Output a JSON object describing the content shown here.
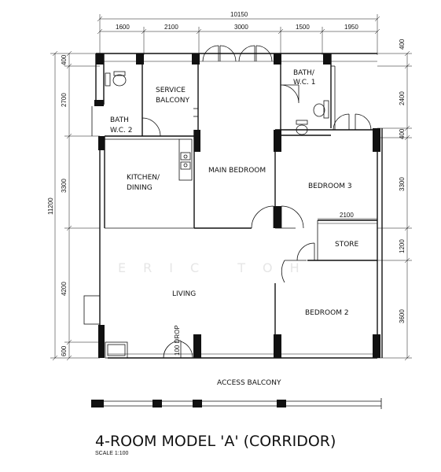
{
  "dimensions": {
    "overall_width": "10150",
    "top": [
      "1600",
      "2100",
      "3000",
      "1500",
      "1950"
    ],
    "left_overall": "11200",
    "left": [
      "400",
      "2700",
      "3300",
      "4200",
      "600"
    ],
    "right": [
      "400",
      "2400",
      "400",
      "3300",
      "1200",
      "3600"
    ],
    "store_width": "2100",
    "drop_label": "100 DROP"
  },
  "rooms": {
    "service_balcony": [
      "SERVICE",
      "BALCONY"
    ],
    "bath_wc_1": [
      "BATH/",
      "W.C. 1"
    ],
    "bath_wc_2": [
      "BATH",
      "W.C. 2"
    ],
    "kitchen_dining": [
      "KITCHEN/",
      "DINING"
    ],
    "main_bedroom": "MAIN BEDROOM",
    "bedroom_3": "BEDROOM 3",
    "store": "STORE",
    "living": "LIVING",
    "bedroom_2": "BEDROOM 2",
    "access_balcony": "ACCESS BALCONY"
  },
  "watermark": "ERIC TOH",
  "title": "4-ROOM MODEL 'A' (CORRIDOR)",
  "scale": "SCALE 1:100"
}
